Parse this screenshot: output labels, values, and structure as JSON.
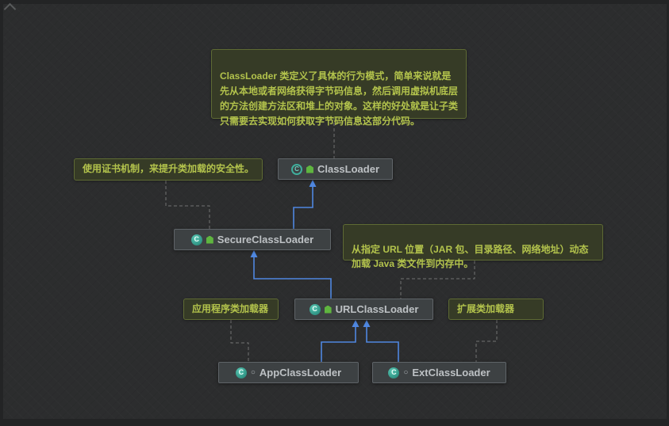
{
  "window": {
    "background": "#2c2d2e",
    "accent_blue": "#4f87e0",
    "note_green": "#b3c34c"
  },
  "notes": {
    "classloader_desc": {
      "text": "ClassLoader 类定义了具体的行为模式，简单来说就是\n先从本地或者网络获得字节码信息，然后调用虚拟机底层\n的方法创建方法区和堆上的对象。这样的好处就是让子类\n只需要去实现如何获取字节码信息这部分代码。"
    },
    "secure_desc": {
      "text": "使用证书机制，来提升类加载的安全性。"
    },
    "url_desc": {
      "text": "从指定 URL 位置（JAR 包、目录路径、网络地址）动态\n加载 Java 类文件到内存中。"
    },
    "app_desc": {
      "text": "应用程序类加载器"
    },
    "ext_desc": {
      "text": "扩展类加载器"
    }
  },
  "nodes": {
    "classloader": {
      "label": "ClassLoader",
      "icon_letter": "C"
    },
    "secure": {
      "label": "SecureClassLoader",
      "icon_letter": "C"
    },
    "url": {
      "label": "URLClassLoader",
      "icon_letter": "C"
    },
    "app": {
      "label": "AppClassLoader",
      "icon_letter": "C",
      "secondary_glyph": "○"
    },
    "ext": {
      "label": "ExtClassLoader",
      "icon_letter": "C",
      "secondary_glyph": "○"
    }
  },
  "diagram_relations": {
    "inheritance": [
      {
        "from": "SecureClassLoader",
        "to": "ClassLoader"
      },
      {
        "from": "URLClassLoader",
        "to": "SecureClassLoader"
      },
      {
        "from": "AppClassLoader",
        "to": "URLClassLoader"
      },
      {
        "from": "ExtClassLoader",
        "to": "URLClassLoader"
      }
    ],
    "annotations": [
      {
        "note": "classloader_desc",
        "target": "ClassLoader"
      },
      {
        "note": "secure_desc",
        "target": "SecureClassLoader"
      },
      {
        "note": "url_desc",
        "target": "URLClassLoader"
      },
      {
        "note": "app_desc",
        "target": "AppClassLoader"
      },
      {
        "note": "ext_desc",
        "target": "ExtClassLoader"
      }
    ]
  }
}
